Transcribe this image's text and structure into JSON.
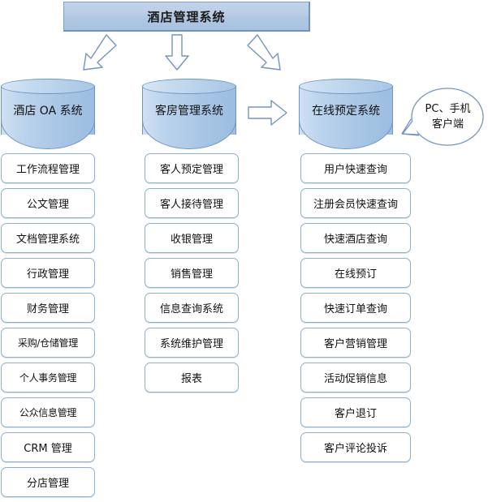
{
  "diagram": {
    "title": "酒店管理系统",
    "arrows": [
      {
        "name": "arrow-down-left",
        "direction": "down-left"
      },
      {
        "name": "arrow-down",
        "direction": "down"
      },
      {
        "name": "arrow-down-right",
        "direction": "down-right"
      },
      {
        "name": "arrow-right",
        "direction": "right"
      }
    ],
    "callout": {
      "line1": "PC、手机",
      "line2": "客户端"
    },
    "columns": [
      {
        "id": "oa",
        "cylinder_label": "酒店 OA 系统",
        "items": [
          "工作流程管理",
          "公文管理",
          "文档管理系统",
          "行政管理",
          "财务管理",
          "采购/仓储管理",
          "个人事务管理",
          "公众信息管理",
          "CRM 管理",
          "分店管理"
        ]
      },
      {
        "id": "room",
        "cylinder_label": "客房管理系统",
        "items": [
          "客人预定管理",
          "客人接待管理",
          "收银管理",
          "销售管理",
          "信息查询系统",
          "系统维护管理",
          "报表"
        ]
      },
      {
        "id": "booking",
        "cylinder_label": "在线预定系统",
        "items": [
          "用户快速查询",
          "注册会员快速查询",
          "快速酒店查询",
          "在线预订",
          "快速订单查询",
          "客户营销管理",
          "活动促销信息",
          "客户退订",
          "客户评论投诉"
        ]
      }
    ],
    "colors": {
      "banner_fill": "#b8cce4",
      "banner_stroke": "#7f9fc9",
      "cylinder_fill": "#a8c6e5",
      "cylinder_stroke": "#6f96c4",
      "item_stroke": "#8fb0d4",
      "item_fill": "#ffffff",
      "arrow_stroke": "#7494c0",
      "arrow_fill": "#ffffff"
    }
  }
}
